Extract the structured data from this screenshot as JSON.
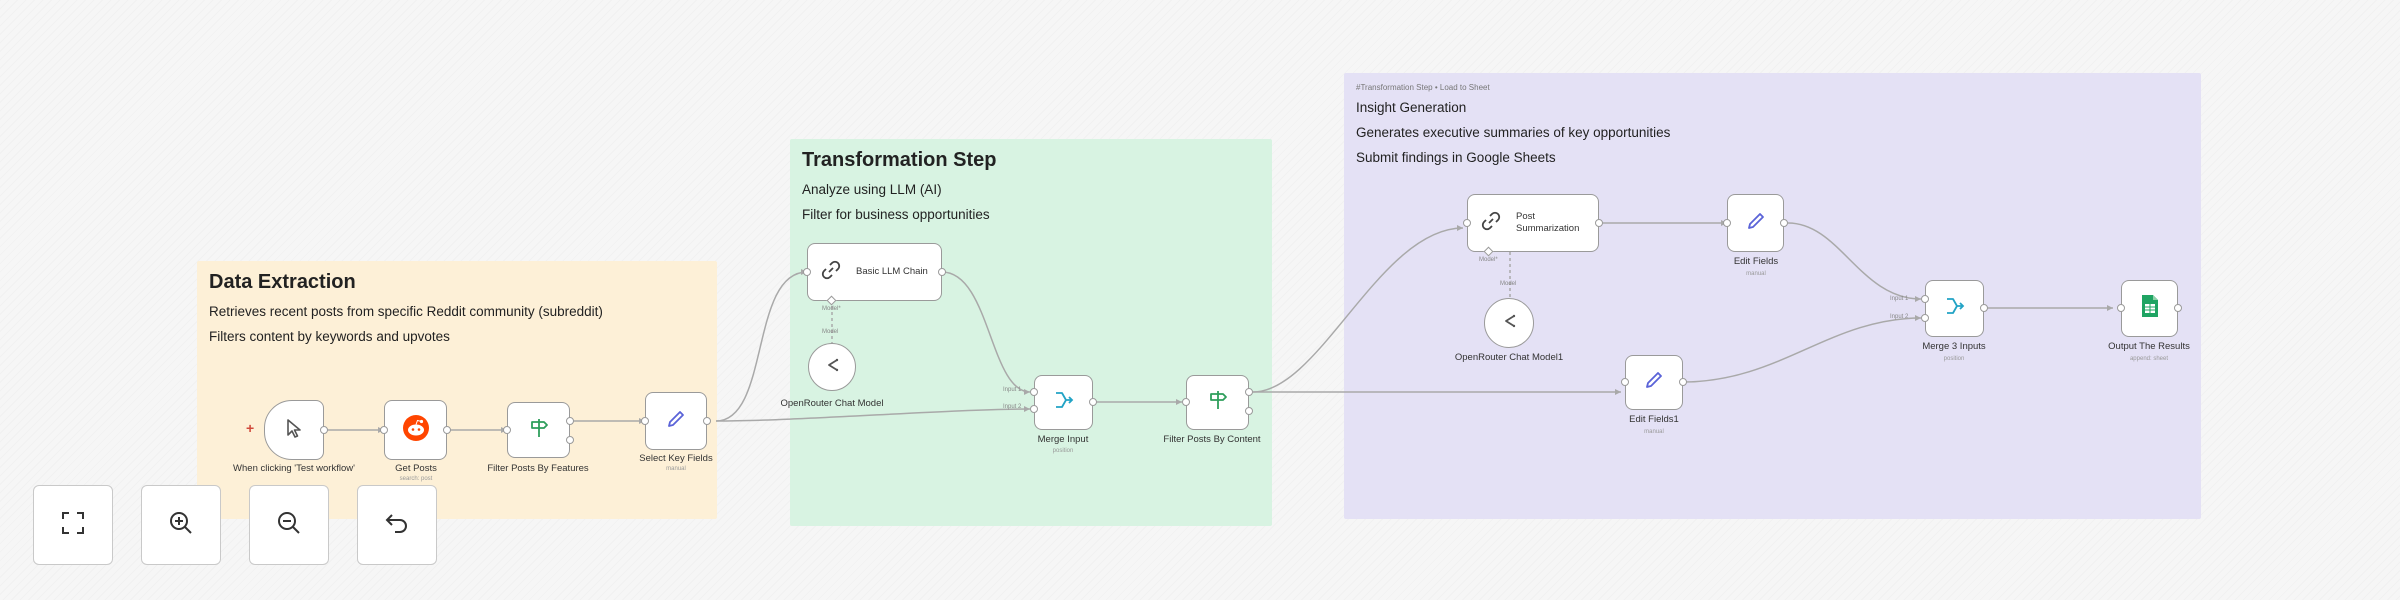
{
  "notes": {
    "extraction": {
      "title": "Data Extraction",
      "line1": "Retrieves recent posts from specific Reddit community (subreddit)",
      "line2": "Filters content by keywords and upvotes"
    },
    "transformation": {
      "title": "Transformation Step",
      "line1": "Analyze using LLM (AI)",
      "line2": "Filter for business opportunities"
    },
    "insight": {
      "caption": "#Transformation Step • Load to Sheet",
      "line1": "Insight Generation",
      "line2": "Generates executive summaries of key opportunities",
      "line3": "Submit findings in Google Sheets"
    }
  },
  "nodes": {
    "trigger": {
      "label": "When clicking 'Test workflow'",
      "icon": "cursor-icon"
    },
    "get_posts": {
      "label": "Get Posts",
      "sub": "search: post",
      "icon": "reddit-icon"
    },
    "filter_features": {
      "label": "Filter Posts By Features",
      "icon": "filter-icon"
    },
    "select_fields": {
      "label": "Select Key Fields",
      "sub": "manual",
      "icon": "pencil-icon"
    },
    "llm_chain": {
      "label": "Basic LLM Chain",
      "icon": "chain-link-icon",
      "port_label": "Model*"
    },
    "openrouter_1": {
      "label": "OpenRouter Chat Model",
      "icon": "openrouter-icon",
      "port_label": "Model"
    },
    "merge_input": {
      "label": "Merge Input",
      "sub": "position",
      "in1": "Input 1",
      "in2": "Input 2"
    },
    "filter_content": {
      "label": "Filter Posts By Content",
      "icon": "filter-icon"
    },
    "post_summarization": {
      "label": "Post Summarization",
      "icon": "chain-link-icon",
      "port_label": "Model*"
    },
    "openrouter_2": {
      "label": "OpenRouter Chat Model1",
      "icon": "openrouter-icon",
      "port_label": "Model"
    },
    "edit_fields": {
      "label": "Edit Fields",
      "sub": "manual",
      "icon": "pencil-icon"
    },
    "edit_fields1": {
      "label": "Edit Fields1",
      "sub": "manual",
      "icon": "pencil-icon"
    },
    "merge_3": {
      "label": "Merge 3 Inputs",
      "sub": "position",
      "in1": "Input 1",
      "in2": "Input 2"
    },
    "output": {
      "label": "Output The Results",
      "sub": "append: sheet",
      "icon": "google-sheets-icon"
    }
  },
  "controls": {
    "fit": "fit-view-icon",
    "zoom_in": "zoom-in-icon",
    "zoom_out": "zoom-out-icon",
    "undo": "undo-icon"
  },
  "colors": {
    "extraction_note": "#fdf0d7",
    "transformation_note": "#d8f3e2",
    "insight_note": "#e4e1f5",
    "reddit": "#ff4500",
    "filter": "#2e9e5b",
    "pencil": "#5a63d8",
    "merge": "#22a3c5",
    "sheets": "#1fa463"
  }
}
